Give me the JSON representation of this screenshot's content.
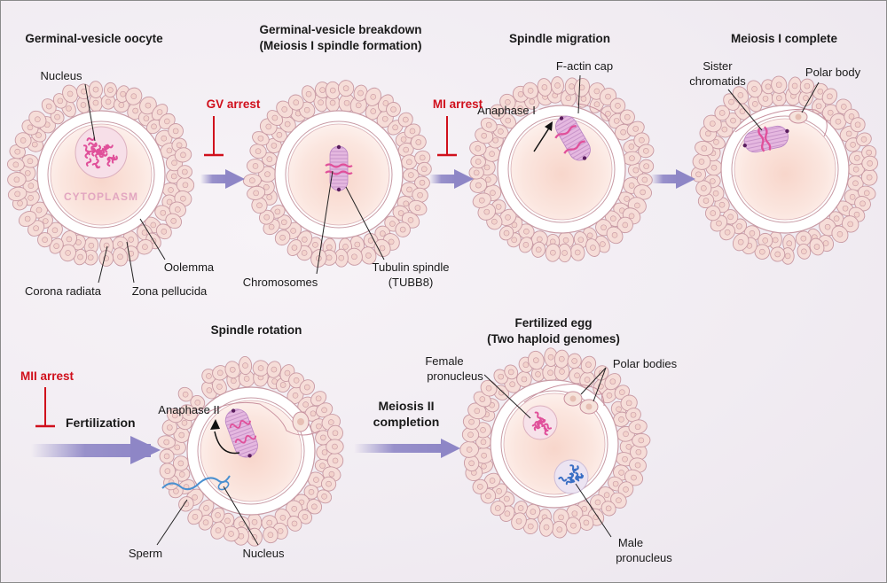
{
  "figure": {
    "stages": [
      {
        "id": "gv-oocyte",
        "title": [
          "Germinal-vesicle oocyte"
        ],
        "labels": {
          "nucleus": "Nucleus",
          "cytoplasm": "CYTOPLASM",
          "oolemma": "Oolemma",
          "corona": "Corona radiata",
          "zona": "Zona pellucida"
        }
      },
      {
        "id": "gvbd",
        "title": [
          "Germinal-vesicle breakdown",
          "(Meiosis I spindle formation)"
        ],
        "labels": {
          "chromosomes": "Chromosomes",
          "tubulin": [
            "Tubulin spindle",
            "(TUBB8)"
          ]
        }
      },
      {
        "id": "spindle-migration",
        "title": [
          "Spindle migration"
        ],
        "labels": {
          "factin": "F-actin cap",
          "anaphase": "Anaphase I"
        }
      },
      {
        "id": "meiosis1-complete",
        "title": [
          "Meiosis I complete"
        ],
        "labels": {
          "sister": [
            "Sister",
            "chromatids"
          ],
          "polar": "Polar body"
        }
      },
      {
        "id": "spindle-rotation",
        "title": [
          "Spindle rotation"
        ],
        "labels": {
          "anaphase": "Anaphase II",
          "sperm": "Sperm",
          "nucleus": "Nucleus"
        }
      },
      {
        "id": "fertilized-egg",
        "title": [
          "Fertilized egg",
          "(Two haploid genomes)"
        ],
        "labels": {
          "female": [
            "Female",
            "pronucleus"
          ],
          "polar": "Polar bodies",
          "male": [
            "Male",
            "pronucleus"
          ]
        }
      }
    ],
    "arrests": {
      "gv": "GV arrest",
      "mi": "MI arrest",
      "mii": "MII arrest"
    },
    "transitions": {
      "fertilization": "Fertilization",
      "meiosis2": [
        "Meiosis II",
        "completion"
      ]
    },
    "colors": {
      "arrest": "#d0101c",
      "arrow": "#8e86c6",
      "chromosome": "#e0509a",
      "male-chromosome": "#3a6fc4",
      "cell-outline": "#c89aa4",
      "cell-fill": "#f6ddd8",
      "cytoplasm": "#fbe3da"
    }
  }
}
